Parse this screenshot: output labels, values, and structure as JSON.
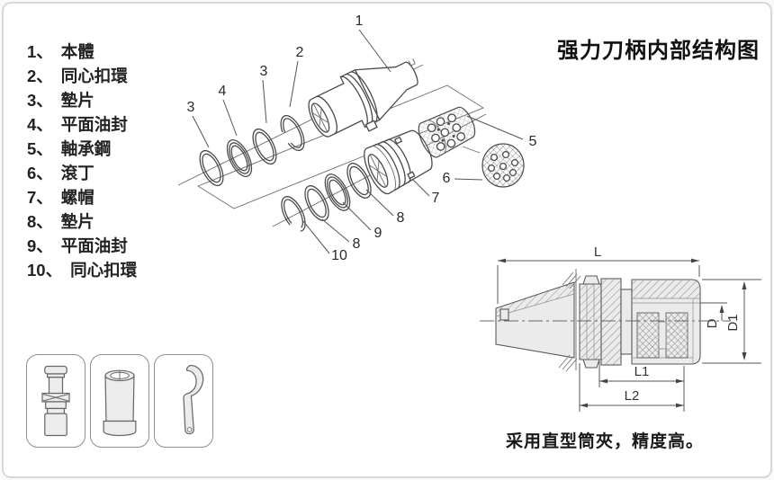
{
  "title": "强力刀柄内部结构图",
  "caption": "采用直型筒夾，精度高。",
  "parts_list": {
    "items": [
      {
        "num": "1、",
        "name": "本體"
      },
      {
        "num": "2、",
        "name": "同心扣環"
      },
      {
        "num": "3、",
        "name": "墊片"
      },
      {
        "num": "4、",
        "name": "平面油封"
      },
      {
        "num": "5、",
        "name": "軸承鋼"
      },
      {
        "num": "6、",
        "name": "滾丁"
      },
      {
        "num": "7、",
        "name": "螺帽"
      },
      {
        "num": "8、",
        "name": "墊片"
      },
      {
        "num": "9、",
        "name": "平面油封"
      },
      {
        "num": "10、",
        "name": "同心扣環"
      }
    ]
  },
  "exploded_view": {
    "callouts": {
      "body": "1",
      "snap_ring_top": "2",
      "washer_top_inner": "3",
      "seal_top": "4",
      "washer_top_outer": "3",
      "bearing_cage": "5",
      "rollers": "6",
      "nut": "7",
      "washer_bottom_inner": "8",
      "seal_bottom": "9",
      "washer_bottom_outer": "8",
      "snap_ring_bottom": "10"
    }
  },
  "dimension_drawing": {
    "labels": {
      "length_total": "L",
      "length_1": "L1",
      "length_2": "L2",
      "diameter": "D",
      "diameter_1": "D1"
    }
  },
  "accessories": {
    "items": [
      {
        "name": "pull-stud"
      },
      {
        "name": "collet"
      },
      {
        "name": "hook-wrench"
      }
    ]
  },
  "colors": {
    "line": "#4a4a4a",
    "text": "#1a1a1a",
    "card_border": "#d8d8d8",
    "fill_light": "#ebebeb"
  }
}
